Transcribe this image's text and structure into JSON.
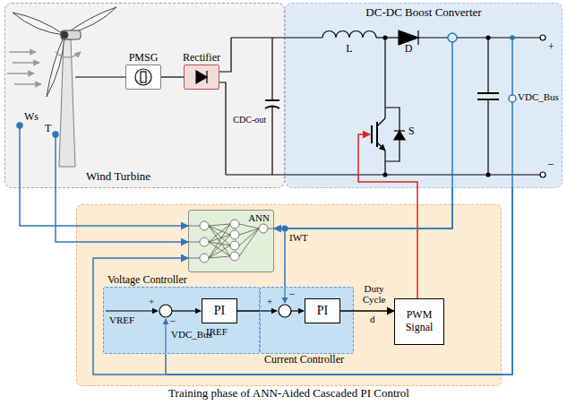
{
  "diagram": {
    "nodes": [
      {
        "text": [
          "Wind Turbine"
        ]
      },
      {
        "text": [
          "PMSG"
        ],
        "in": 0
      },
      {
        "text": [
          "Rectifier"
        ],
        "in": 0
      },
      {
        "text": [
          "DC-DC Boost Converter"
        ]
      },
      {
        "text": [
          "Training phase of ANN-Aided Cascaded PI Control"
        ]
      },
      {
        "text": [
          "ANN"
        ],
        "in": 4
      },
      {
        "text": [
          "Voltage Controller"
        ],
        "in": 4
      },
      {
        "text": [
          "PI"
        ],
        "in": 6
      },
      {
        "text": [
          "Current Controller"
        ],
        "in": 4
      },
      {
        "text": [
          "PI"
        ],
        "in": 8
      },
      {
        "text": [
          "PWM Signal"
        ],
        "in": 4
      }
    ],
    "edges": [
      {
        "from": 0,
        "to": 5,
        "arrow": "to"
      },
      {
        "from": 0,
        "to": 5,
        "arrow": "to"
      },
      {
        "from": 3,
        "to": 5,
        "arrow": "to"
      },
      {
        "from": 3,
        "to": 5,
        "arrow": "to"
      },
      {
        "from": 3,
        "to": 6,
        "arrow": "none"
      },
      {
        "from": 7,
        "to": 8,
        "arrow": "none"
      },
      {
        "from": 9,
        "to": 10,
        "arrow": "to"
      },
      {
        "from": 10,
        "to": 3,
        "arrow": "none"
      },
      {
        "from": 3,
        "to": 8,
        "arrow": "none"
      }
    ],
    "labels": [
      "Ws",
      "T",
      "CDC-out",
      "L",
      "D",
      "S",
      "+",
      "VDC_Bus",
      "–",
      "IWT",
      "+",
      "VREF",
      "–",
      "VDC_Bus",
      "IREF",
      "+",
      "–",
      "Duty Cycle",
      "d"
    ]
  }
}
